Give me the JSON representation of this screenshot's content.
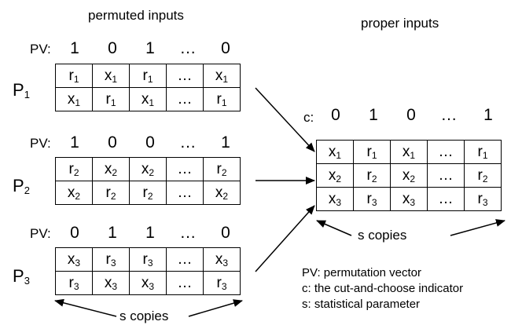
{
  "titles": {
    "left": "permuted inputs",
    "right": "proper inputs"
  },
  "parties": [
    {
      "name": "P",
      "sub": "1",
      "pv_label": "PV:",
      "pv": [
        "1",
        "0",
        "1",
        "…",
        "0"
      ],
      "rows": [
        [
          {
            "l": "r",
            "s": "1"
          },
          {
            "l": "x",
            "s": "1"
          },
          {
            "l": "r",
            "s": "1"
          },
          {
            "l": "…",
            "s": ""
          },
          {
            "l": "x",
            "s": "1"
          }
        ],
        [
          {
            "l": "x",
            "s": "1"
          },
          {
            "l": "r",
            "s": "1"
          },
          {
            "l": "x",
            "s": "1"
          },
          {
            "l": "…",
            "s": ""
          },
          {
            "l": "r",
            "s": "1"
          }
        ]
      ]
    },
    {
      "name": "P",
      "sub": "2",
      "pv_label": "PV:",
      "pv": [
        "1",
        "0",
        "0",
        "…",
        "1"
      ],
      "rows": [
        [
          {
            "l": "r",
            "s": "2"
          },
          {
            "l": "x",
            "s": "2"
          },
          {
            "l": "x",
            "s": "2"
          },
          {
            "l": "…",
            "s": ""
          },
          {
            "l": "r",
            "s": "2"
          }
        ],
        [
          {
            "l": "x",
            "s": "2"
          },
          {
            "l": "r",
            "s": "2"
          },
          {
            "l": "r",
            "s": "2"
          },
          {
            "l": "…",
            "s": ""
          },
          {
            "l": "x",
            "s": "2"
          }
        ]
      ]
    },
    {
      "name": "P",
      "sub": "3",
      "pv_label": "PV:",
      "pv": [
        "0",
        "1",
        "1",
        "…",
        "0"
      ],
      "rows": [
        [
          {
            "l": "x",
            "s": "3"
          },
          {
            "l": "r",
            "s": "3"
          },
          {
            "l": "r",
            "s": "3"
          },
          {
            "l": "…",
            "s": ""
          },
          {
            "l": "x",
            "s": "3"
          }
        ],
        [
          {
            "l": "r",
            "s": "3"
          },
          {
            "l": "x",
            "s": "3"
          },
          {
            "l": "x",
            "s": "3"
          },
          {
            "l": "…",
            "s": ""
          },
          {
            "l": "r",
            "s": "3"
          }
        ]
      ]
    }
  ],
  "proper": {
    "c_label": "c:",
    "c": [
      "0",
      "1",
      "0",
      "…",
      "1"
    ],
    "rows": [
      [
        {
          "l": "x",
          "s": "1"
        },
        {
          "l": "r",
          "s": "1"
        },
        {
          "l": "x",
          "s": "1"
        },
        {
          "l": "…",
          "s": ""
        },
        {
          "l": "r",
          "s": "1"
        }
      ],
      [
        {
          "l": "x",
          "s": "2"
        },
        {
          "l": "r",
          "s": "2"
        },
        {
          "l": "x",
          "s": "2"
        },
        {
          "l": "…",
          "s": ""
        },
        {
          "l": "r",
          "s": "2"
        }
      ],
      [
        {
          "l": "x",
          "s": "3"
        },
        {
          "l": "r",
          "s": "3"
        },
        {
          "l": "x",
          "s": "3"
        },
        {
          "l": "…",
          "s": ""
        },
        {
          "l": "r",
          "s": "3"
        }
      ]
    ]
  },
  "copies_label": "s copies",
  "legend": [
    "PV: permutation vector",
    "c: the cut-and-choose indicator",
    "s: statistical parameter"
  ]
}
